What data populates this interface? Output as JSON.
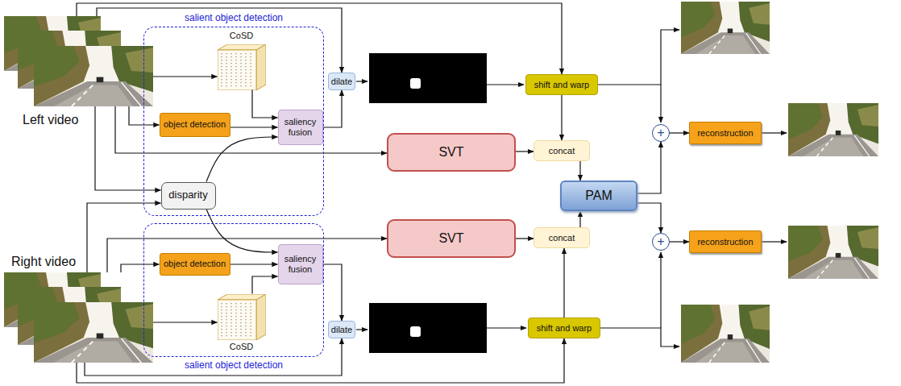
{
  "diagram": {
    "nodes": [
      {
        "text": [
          "Left video"
        ]
      },
      {
        "text": [
          "salient object detection"
        ]
      },
      {
        "text": [
          "CoSD"
        ],
        "in": 1
      },
      {
        "text": [
          "object detection"
        ],
        "in": 1
      },
      {
        "text": [
          "saliency fusion"
        ],
        "in": 1
      },
      {
        "text": [
          "disparity"
        ],
        "in": 1
      },
      {
        "text": [
          "dilate"
        ]
      },
      {
        "text": [
          "shift and warp"
        ]
      },
      {
        "text": [
          "SVT"
        ]
      },
      {
        "text": [
          "concat"
        ]
      },
      {
        "text": [
          "PAM"
        ]
      },
      {
        "text": [
          "+"
        ]
      },
      {
        "text": [
          "reconstruction"
        ]
      },
      {
        "text": [
          "Right video"
        ]
      },
      {
        "text": [
          "salient object detection"
        ]
      },
      {
        "text": [
          "object detection"
        ],
        "in": 14
      },
      {
        "text": [
          "saliency fusion"
        ],
        "in": 14
      },
      {
        "text": [
          "CoSD"
        ],
        "in": 14
      },
      {
        "text": [
          "SVT"
        ]
      },
      {
        "text": [
          "concat"
        ]
      },
      {
        "text": [
          "+"
        ]
      },
      {
        "text": [
          "reconstruction"
        ]
      },
      {
        "text": [
          "dilate"
        ]
      },
      {
        "text": [
          "shift and warp"
        ]
      }
    ],
    "edges": [
      {
        "from": 0,
        "to": 2,
        "arrow": "to"
      },
      {
        "from": 0,
        "to": 3,
        "arrow": "to"
      },
      {
        "from": 0,
        "to": 5,
        "arrow": "to"
      },
      {
        "from": 0,
        "to": 8,
        "arrow": "to"
      },
      {
        "from": 0,
        "to": 6,
        "arrow": "to"
      },
      {
        "from": 0,
        "to": 7,
        "arrow": "to"
      },
      {
        "from": 2,
        "to": 4,
        "arrow": "to"
      },
      {
        "from": 3,
        "to": 4,
        "arrow": "to"
      },
      {
        "from": 5,
        "to": 4,
        "arrow": "to"
      },
      {
        "from": 4,
        "to": 6,
        "arrow": "to"
      },
      {
        "from": 7,
        "to": 9,
        "arrow": "to"
      },
      {
        "from": 8,
        "to": 9,
        "arrow": "to"
      },
      {
        "from": 9,
        "to": 10,
        "arrow": "to"
      },
      {
        "from": 10,
        "to": 11,
        "arrow": "to"
      },
      {
        "from": 11,
        "to": 12,
        "arrow": "to"
      },
      {
        "from": 13,
        "to": 5,
        "arrow": "to"
      },
      {
        "from": 13,
        "to": 15,
        "arrow": "to"
      },
      {
        "from": 13,
        "to": 18,
        "arrow": "to"
      },
      {
        "from": 13,
        "to": 17,
        "arrow": "to"
      },
      {
        "from": 13,
        "to": 22,
        "arrow": "to"
      },
      {
        "from": 13,
        "to": 23,
        "arrow": "to"
      },
      {
        "from": 15,
        "to": 16,
        "arrow": "to"
      },
      {
        "from": 17,
        "to": 16,
        "arrow": "to"
      },
      {
        "from": 5,
        "to": 16,
        "arrow": "to"
      },
      {
        "from": 16,
        "to": 22,
        "arrow": "to"
      },
      {
        "from": 23,
        "to": 19,
        "arrow": "to"
      },
      {
        "from": 18,
        "to": 19,
        "arrow": "to"
      },
      {
        "from": 19,
        "to": 10,
        "arrow": "to"
      },
      {
        "from": 10,
        "to": 20,
        "arrow": "to"
      },
      {
        "from": 20,
        "to": 21,
        "arrow": "to"
      }
    ]
  }
}
